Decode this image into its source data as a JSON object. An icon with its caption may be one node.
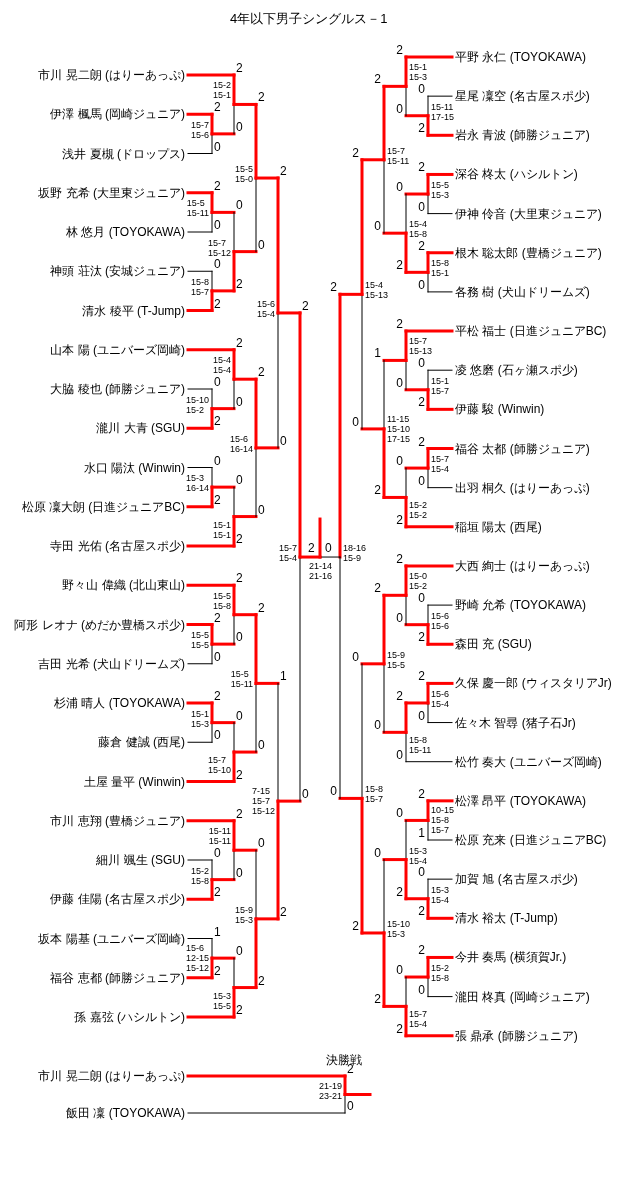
{
  "diagram": {
    "title": "4年以下男子シングルス－1",
    "labels": [
      "市川 晃二朗 (はりーあっぷ)",
      "伊澤 楓馬 (岡崎ジュニア)",
      "浅井 夏槻 (ドロップス)",
      "坂野 充希 (大里東ジュニア)",
      "林 悠月 (TOYOKAWA)",
      "神頭 荘汰 (安城ジュニア)",
      "清水 稜平 (T-Jump)",
      "山本 陽 (ユニバーズ岡崎)",
      "大脇 稜也 (師勝ジュニア)",
      "瀧川 大青 (SGU)",
      "水口 陽汰 (Winwin)",
      "松原 凜大朗 (日進ジュニアBC)",
      "寺田 光佑 (名古屋スポ少)",
      "野々山 偉織 (北山東山)",
      "阿形 レオナ (めだか豊橋スポ少)",
      "吉田 光希 (犬山ドリームズ)",
      "杉浦 晴人 (TOYOKAWA)",
      "藤倉 健誠 (西尾)",
      "土屋 量平 (Winwin)",
      "市川 恵翔 (豊橋ジュニア)",
      "細川 颯生 (SGU)",
      "伊藤 佳陽 (名古屋スポ少)",
      "坂本 陽基 (ユニバーズ岡崎)",
      "福谷 恵都 (師勝ジュニア)",
      "孫 嘉弦 (ハシルトン)",
      "平野 永仁 (TOYOKAWA)",
      "星尾 凜空 (名古屋スポ少)",
      "岩永 青波 (師勝ジュニア)",
      "深谷 柊太 (ハシルトン)",
      "伊神 伶音 (大里東ジュニア)",
      "根木 聡太郎 (豊橋ジュニア)",
      "各務 樹 (犬山ドリームズ)",
      "平松 福士 (日進ジュニアBC)",
      "凌 悠磨 (石ヶ瀬スポ少)",
      "伊藤 駿 (Winwin)",
      "福谷 太都 (師勝ジュニア)",
      "出羽 桐久 (はりーあっぷ)",
      "稲垣 陽太 (西尾)",
      "大西 絢士 (はりーあっぷ)",
      "野崎 允希 (TOYOKAWA)",
      "森田 充 (SGU)",
      "久保 慶一郎 (ウィスタリアJr)",
      "佐々木 智尋 (猪子石Jr)",
      "松竹 奏大 (ユニバーズ岡崎)",
      "松澤 昂平 (TOYOKAWA)",
      "松原 充来 (日進ジュニアBC)",
      "加賀 旭 (名古屋スポ少)",
      "清水 裕太 (T-Jump)",
      "今井 奏馬 (横須賀Jr.)",
      "瀧田 柊真 (岡崎ジュニア)",
      "張 鼎承 (師勝ジュニア)",
      "市川 晃二朗 (はりーあっぷ)",
      "飯田 凜 (TOYOKAWA)",
      "決勝戦",
      "15-7 15-6",
      "2",
      "0",
      "15-2 15-1",
      "2",
      "0",
      "15-5 15-11",
      "2",
      "0",
      "15-8 15-7",
      "0",
      "2",
      "15-7 15-12",
      "0",
      "2",
      "15-5 15-0",
      "2",
      "0",
      "15-10 15-2",
      "0",
      "2",
      "15-4 15-4",
      "2",
      "0",
      "15-3 16-14",
      "0",
      "2",
      "15-1 15-1",
      "0",
      "2",
      "15-6 16-14",
      "2",
      "0",
      "15-6 15-4",
      "2",
      "0",
      "15-5 15-5",
      "2",
      "0",
      "15-5 15-8",
      "2",
      "0",
      "15-1 15-3",
      "2",
      "0",
      "15-7 15-10",
      "0",
      "2",
      "15-5 15-11",
      "2",
      "0",
      "15-2 15-8",
      "0",
      "2",
      "15-11 15-11",
      "2",
      "0",
      "15-6 12-15 15-12",
      "1",
      "2",
      "15-3 15-5",
      "0",
      "2",
      "15-9 15-3",
      "0",
      "2",
      "7-15 15-7 15-12",
      "1",
      "2",
      "15-7 15-4",
      "2",
      "0",
      "15-11 17-15",
      "0",
      "2",
      "15-1 15-3",
      "2",
      "0",
      "15-5 15-3",
      "2",
      "0",
      "15-8 15-1",
      "2",
      "0",
      "15-4 15-8",
      "0",
      "2",
      "15-7 15-11",
      "2",
      "0",
      "15-1 15-7",
      "0",
      "2",
      "15-7 15-13",
      "2",
      "0",
      "15-7 15-4",
      "2",
      "0",
      "15-2 15-2",
      "0",
      "2",
      "11-15 15-10 17-15",
      "1",
      "2",
      "15-4 15-13",
      "2",
      "0",
      "15-6 15-6",
      "0",
      "2",
      "15-0 15-2",
      "2",
      "0",
      "15-6 15-4",
      "2",
      "0",
      "15-8 15-11",
      "2",
      "0",
      "15-9 15-5",
      "2",
      "0",
      "10-15 15-8 15-7",
      "2",
      "1",
      "15-3 15-4",
      "0",
      "2",
      "15-3 15-4",
      "0",
      "2",
      "15-2 15-8",
      "2",
      "0",
      "15-7 15-4",
      "0",
      "2",
      "15-10 15-3",
      "0",
      "2",
      "15-8 15-7",
      "0",
      "2",
      "18-16 15-9",
      "2",
      "0",
      "21-14 21-16",
      "2",
      "0",
      "21-19 23-21",
      "2",
      "0"
    ]
  }
}
